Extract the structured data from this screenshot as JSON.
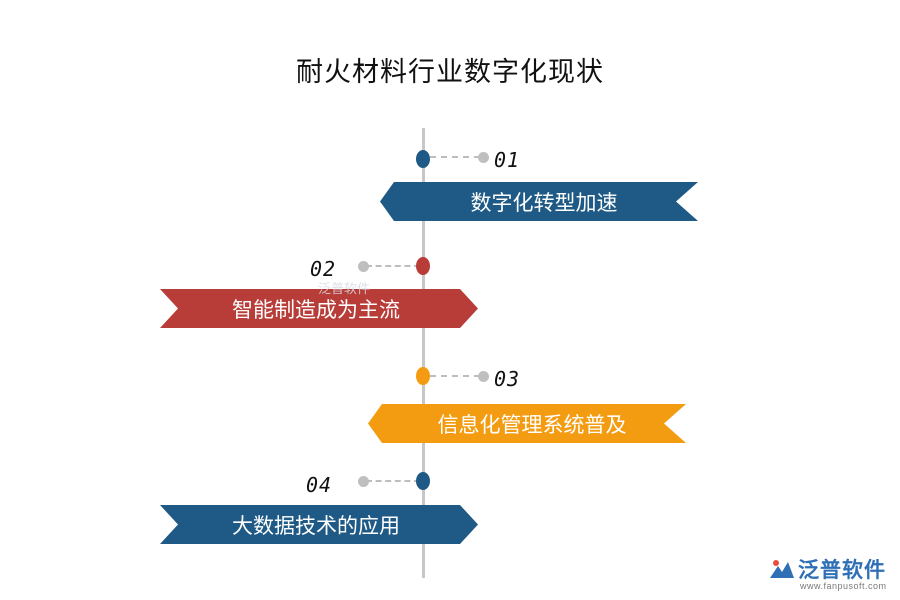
{
  "title": "耐火材料行业数字化现状",
  "items": [
    {
      "num": "01",
      "text": "数字化转型加速",
      "color": "#1e5a85"
    },
    {
      "num": "02",
      "text": "智能制造成为主流",
      "color": "#b83c38"
    },
    {
      "num": "03",
      "text": "信息化管理系统普及",
      "color": "#f39c12"
    },
    {
      "num": "04",
      "text": "大数据技术的应用",
      "color": "#1e5a85"
    }
  ],
  "watermark": "泛普软件",
  "logo": {
    "name": "泛普软件",
    "url": "www.fanpusoft.com"
  }
}
